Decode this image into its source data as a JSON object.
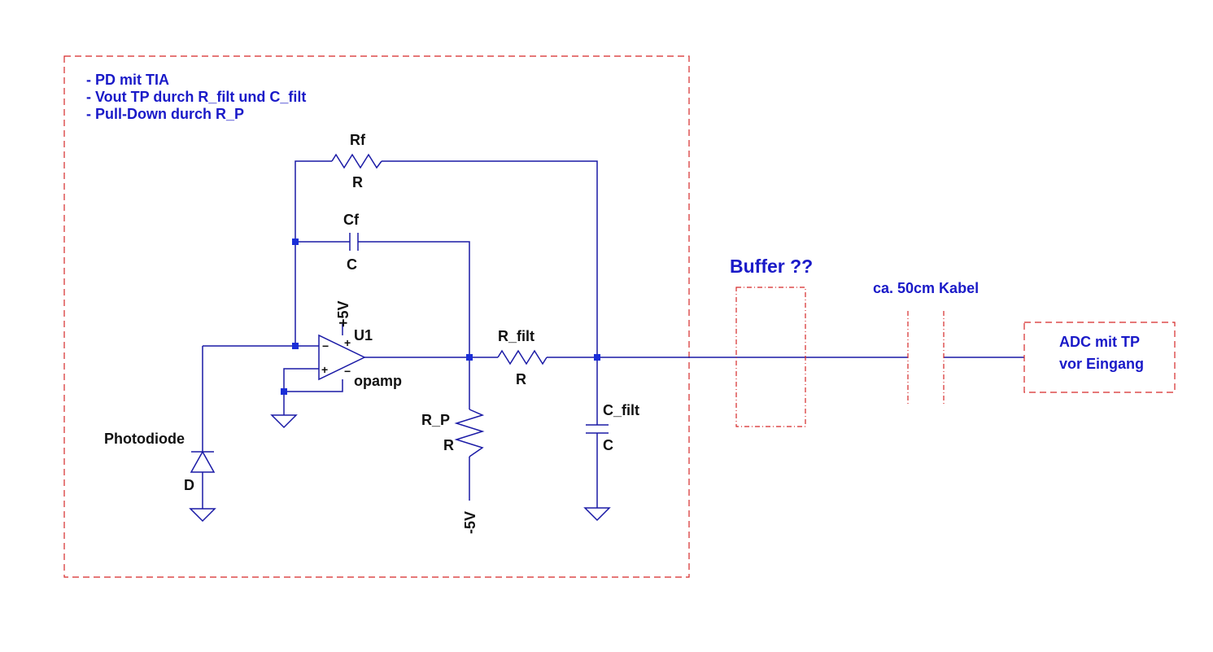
{
  "notes": {
    "lines": [
      "- PD mit TIA",
      "- Vout TP durch R_filt und C_filt",
      "- Pull-Down durch R_P"
    ],
    "buffer": "Buffer ??",
    "cable": "ca. 50cm Kabel",
    "adc_line1": "ADC mit TP",
    "adc_line2": "vor Eingang"
  },
  "components": {
    "rf": {
      "name": "Rf",
      "value": "R"
    },
    "cf": {
      "name": "Cf",
      "value": "C"
    },
    "u1": {
      "name": "U1",
      "value": "opamp",
      "supply_pos": "+5V",
      "pin_minus": "−",
      "pin_plus": "+",
      "pin_vcc": "+",
      "pin_vee": "−"
    },
    "rfilt": {
      "name": "R_filt",
      "value": "R"
    },
    "rp": {
      "name": "R_P",
      "value": "R",
      "supply": "-5V"
    },
    "cfilt": {
      "name": "C_filt",
      "value": "C"
    },
    "d": {
      "name": "Photodiode",
      "value": "D"
    }
  },
  "colors": {
    "wire": "#1a1aa6",
    "node": "#1a2ed8",
    "note_text": "#1a1ac8",
    "dashed_box": "#d62828",
    "label_text": "#111111"
  }
}
